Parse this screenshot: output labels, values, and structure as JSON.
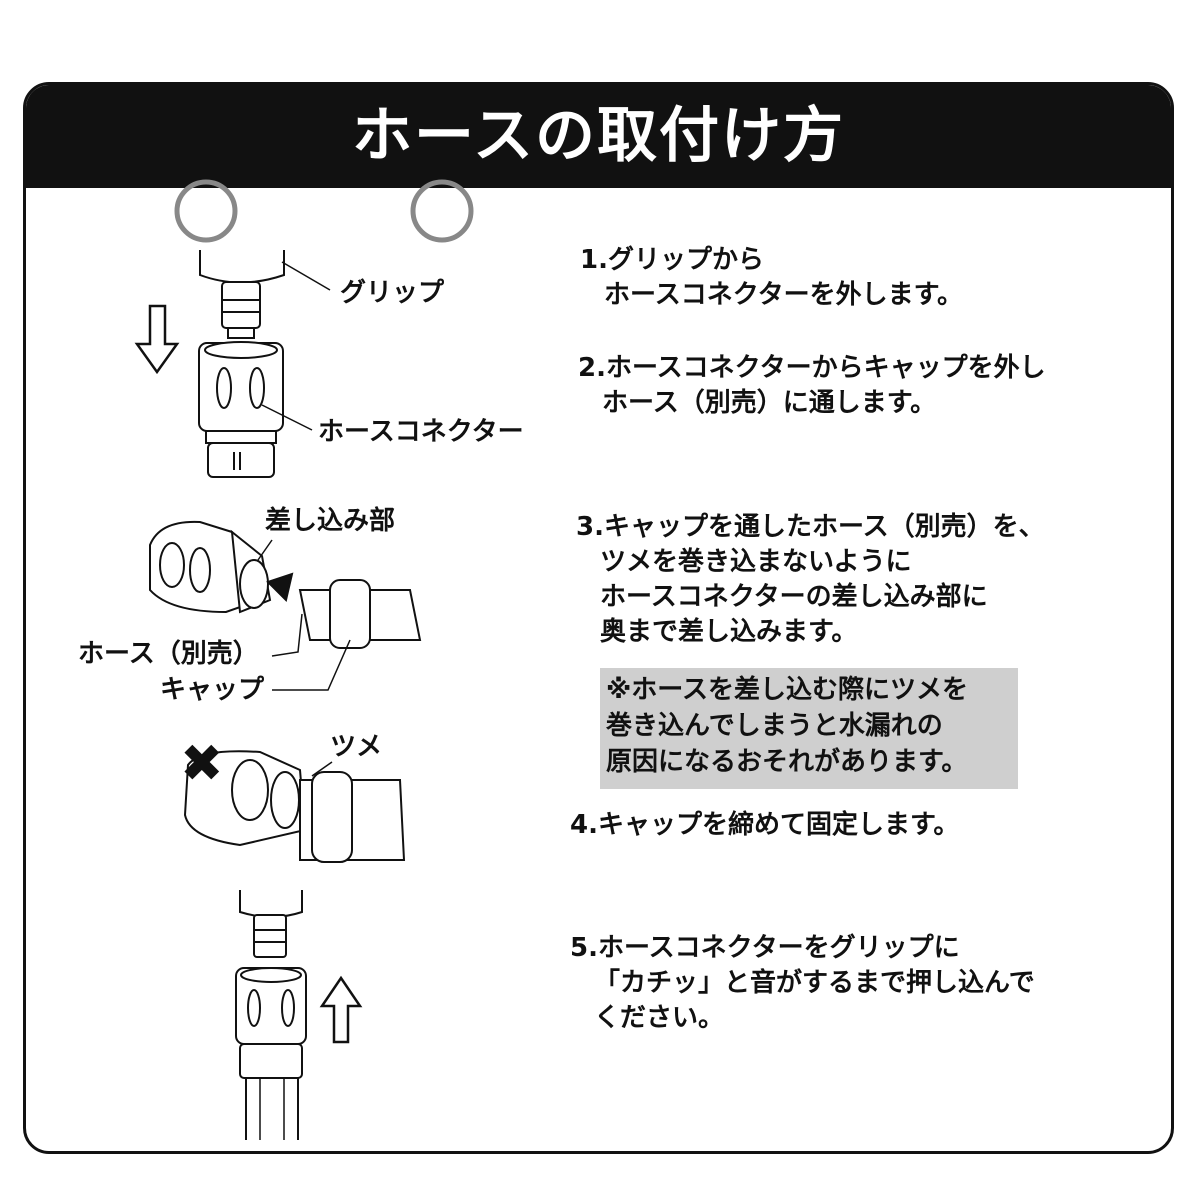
{
  "title": "ホースの取付け方",
  "labels": {
    "grip": "グリップ",
    "hose_connector": "ホースコネクター",
    "insert_part": "差し込み部",
    "hose_sold_separately": "ホース（別売）",
    "cap": "キャップ",
    "claw": "ツメ"
  },
  "wrong_mark": "✖",
  "steps": [
    {
      "lines": [
        "1.グリップから",
        "ホースコネクターを外します。"
      ]
    },
    {
      "lines": [
        "2.ホースコネクターからキャップを外し",
        "ホース（別売）に通します。"
      ]
    },
    {
      "lines": [
        "3.キャップを通したホース（別売）を、",
        "ツメを巻き込まないように",
        "ホースコネクターの差し込み部に",
        "奥まで差し込みます。"
      ]
    },
    {
      "lines": [
        "4.キャップを締めて固定します。"
      ]
    },
    {
      "lines": [
        "5.ホースコネクターをグリップに",
        "「カチッ」と音がするまで押し込んで",
        "ください。"
      ]
    }
  ],
  "note": {
    "lines": [
      "※ホースを差し込む際にツメを",
      "巻き込んでしまうと水漏れの",
      "原因になるおそれがあります。"
    ],
    "bg_color": "#cfcfcf"
  },
  "colors": {
    "header_bg": "#111111",
    "header_text": "#ffffff",
    "text": "#111111"
  }
}
